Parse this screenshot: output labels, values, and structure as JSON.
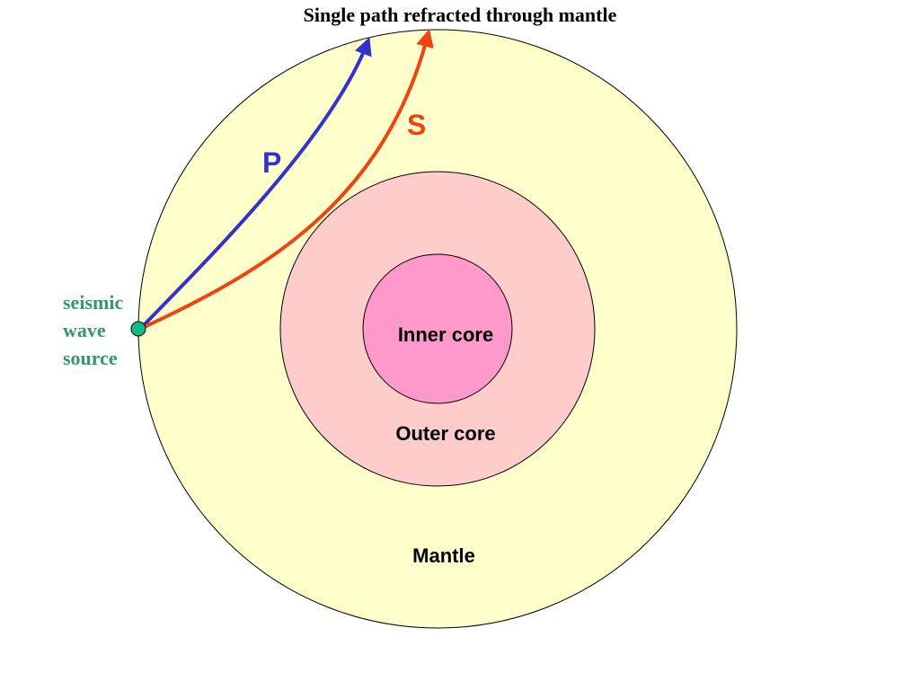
{
  "title": "Single path refracted through mantle",
  "layers": {
    "mantle": {
      "label": "Mantle",
      "color": "#ffffcc"
    },
    "outer_core": {
      "label": "Outer core",
      "color": "#ffcccc"
    },
    "inner_core": {
      "label": "Inner core",
      "color": "#ff99cc"
    }
  },
  "waves": {
    "p": {
      "label": "P",
      "color": "#3333cc"
    },
    "s": {
      "label": "S",
      "color": "#ee4411"
    }
  },
  "source": {
    "label_lines": [
      "seismic",
      "wave",
      "source"
    ],
    "color": "#339966",
    "marker_color": "#11bb88"
  }
}
